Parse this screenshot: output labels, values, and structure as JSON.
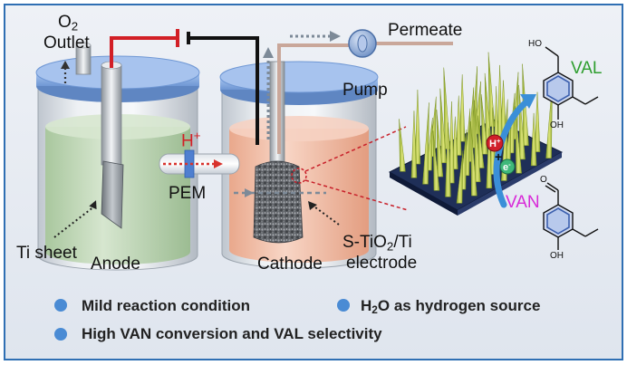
{
  "labels": {
    "o2": "O",
    "o2_sub": "2",
    "outlet": "Outlet",
    "permeate": "Permeate",
    "pump": "Pump",
    "h_plus": "H",
    "h_plus_sup": "+",
    "pem": "PEM",
    "ti_sheet": "Ti sheet",
    "anode": "Anode",
    "cathode": "Cathode",
    "electrode_line1_a": "S-TiO",
    "electrode_line1_sub": "2",
    "electrode_line1_b": "/Ti",
    "electrode_line2": "electrode",
    "val": "VAL",
    "van": "VAN",
    "ho": "HO",
    "oh_top": "OH",
    "oh_bottom": "OH",
    "o": "O",
    "h_ion": "H",
    "h_ion_sup": "+",
    "e_ion": "e",
    "e_ion_sup": "-",
    "plus": "+"
  },
  "bullets": {
    "mild": "Mild reaction condition",
    "h2o_a": "H",
    "h2o_sub": "2",
    "h2o_b": "O as hydrogen source",
    "high": "High VAN conversion and VAL selectivity"
  },
  "colors": {
    "border": "#2f6fb3",
    "panel": "#e9edf3",
    "wire_red": "#d21f26",
    "wire_black": "#111111",
    "anode_liquid": "#c9dcc0",
    "cathode_liquid": "#f3c7b2",
    "lid": "#8fb2e6",
    "val_green": "#2f9e2f",
    "van_magenta": "#d829d8",
    "bullet": "#4a8bd4",
    "arrow_blue": "#3b8fd8",
    "nanowire": "#b7c94a",
    "substrate": "#1f2f58"
  }
}
